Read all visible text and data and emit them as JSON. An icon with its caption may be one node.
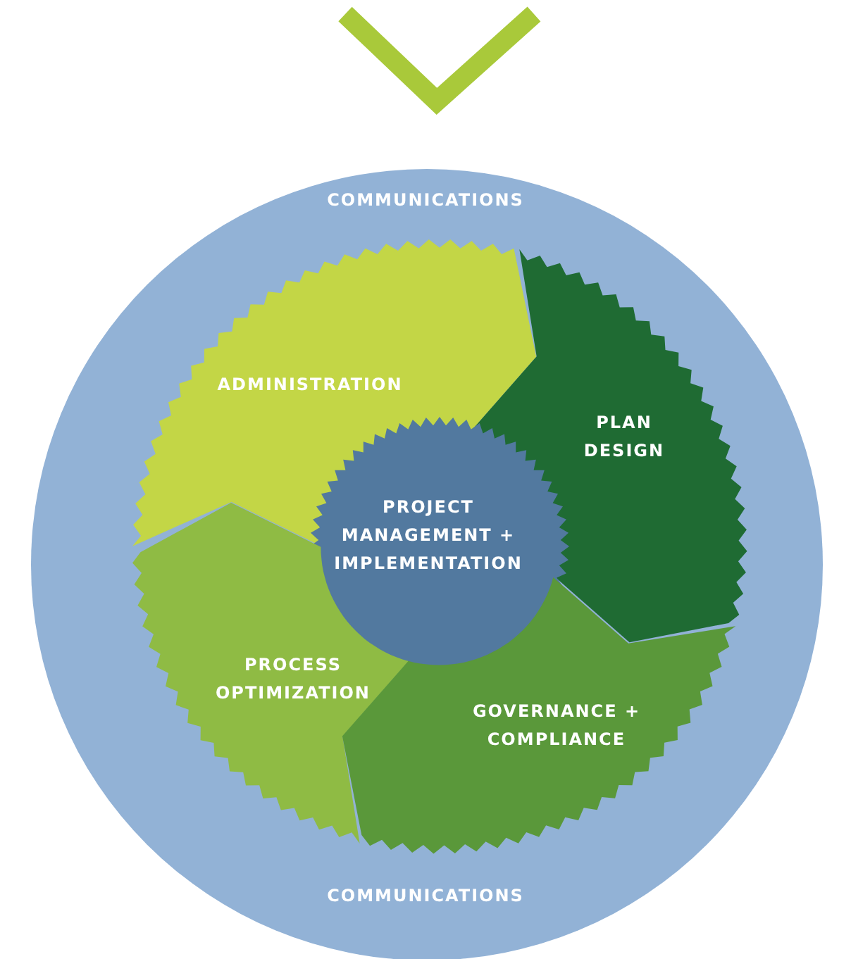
{
  "diagram": {
    "nodes": [
      {
        "text": [
          "COMMUNICATIONS",
          "COMMUNICATIONS"
        ]
      },
      {
        "text": [
          "ADMINISTRATION"
        ],
        "in": 0
      },
      {
        "text": [
          "PLAN DESIGN"
        ],
        "in": 0
      },
      {
        "text": [
          "PROJECT MANAGEMENT + IMPLEMENTATION"
        ],
        "in": 0
      },
      {
        "text": [
          "PROCESS OPTIMIZATION"
        ],
        "in": 0
      },
      {
        "text": [
          "GOVERNANCE + COMPLIANCE"
        ],
        "in": 0
      }
    ]
  }
}
